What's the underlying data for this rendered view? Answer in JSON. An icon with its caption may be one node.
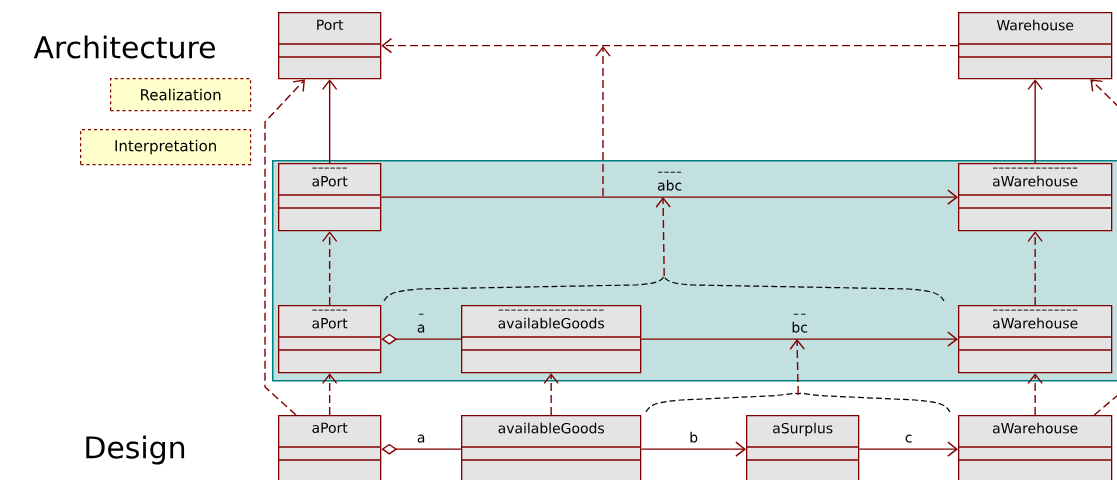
{
  "diagram": {
    "nodes": [
      {
        "text": [
          "Port"
        ]
      },
      {
        "text": [
          "Warehouse"
        ]
      },
      {
        "text": [],
        "shape": "box"
      },
      {
        "text": [
          "aPort"
        ],
        "in": 2
      },
      {
        "text": [
          "aWarehouse"
        ],
        "in": 2
      },
      {
        "text": [
          "aPort"
        ],
        "in": 2
      },
      {
        "text": [
          "availableGoods"
        ],
        "in": 2
      },
      {
        "text": [
          "aWarehouse"
        ],
        "in": 2
      },
      {
        "text": [
          "aPort"
        ]
      },
      {
        "text": [
          "availableGoods"
        ]
      },
      {
        "text": [
          "aSurplus"
        ]
      },
      {
        "text": [
          "aWarehouse"
        ]
      },
      {
        "text": [
          "Realization"
        ]
      },
      {
        "text": [
          "Interpretation"
        ]
      },
      {
        "text": [],
        "shape": "brace",
        "in": 2
      },
      {
        "text": [],
        "shape": "brace"
      }
    ],
    "edges": [
      {
        "from": 1,
        "to": 0,
        "arrow": "to",
        "style": "dashed"
      },
      {
        "from": 3,
        "to": 4,
        "arrow": "to",
        "label": "abc"
      },
      {
        "from": 3,
        "to": 0,
        "arrow": "to"
      },
      {
        "from": 4,
        "to": 1,
        "arrow": "to"
      },
      {
        "from": 5,
        "to": 3,
        "arrow": "to",
        "style": "dashed"
      },
      {
        "from": 7,
        "to": 4,
        "arrow": "to",
        "style": "dashed"
      },
      {
        "from": 5,
        "to": 6,
        "arrow": "other",
        "label": "a"
      },
      {
        "from": 6,
        "to": 7,
        "arrow": "to",
        "label": "bc"
      },
      {
        "from": 14,
        "to": null,
        "arrow": "to",
        "style": "dashed"
      },
      {
        "from": 8,
        "to": 5,
        "arrow": "to",
        "style": "dashed"
      },
      {
        "from": 9,
        "to": 6,
        "arrow": "to",
        "style": "dashed"
      },
      {
        "from": 11,
        "to": 7,
        "arrow": "to",
        "style": "dashed"
      },
      {
        "from": 8,
        "to": 9,
        "arrow": "other",
        "label": "a"
      },
      {
        "from": 9,
        "to": 10,
        "arrow": "to",
        "label": "b"
      },
      {
        "from": 10,
        "to": 11,
        "arrow": "to",
        "label": "c"
      },
      {
        "from": 15,
        "to": null,
        "arrow": "to",
        "style": "dashed"
      },
      {
        "from": 8,
        "to": 0,
        "arrow": "to",
        "style": "dashed"
      },
      {
        "from": 11,
        "to": 1,
        "arrow": "to",
        "style": "dashed"
      }
    ],
    "labels": [
      "Architecture",
      "Design"
    ]
  }
}
